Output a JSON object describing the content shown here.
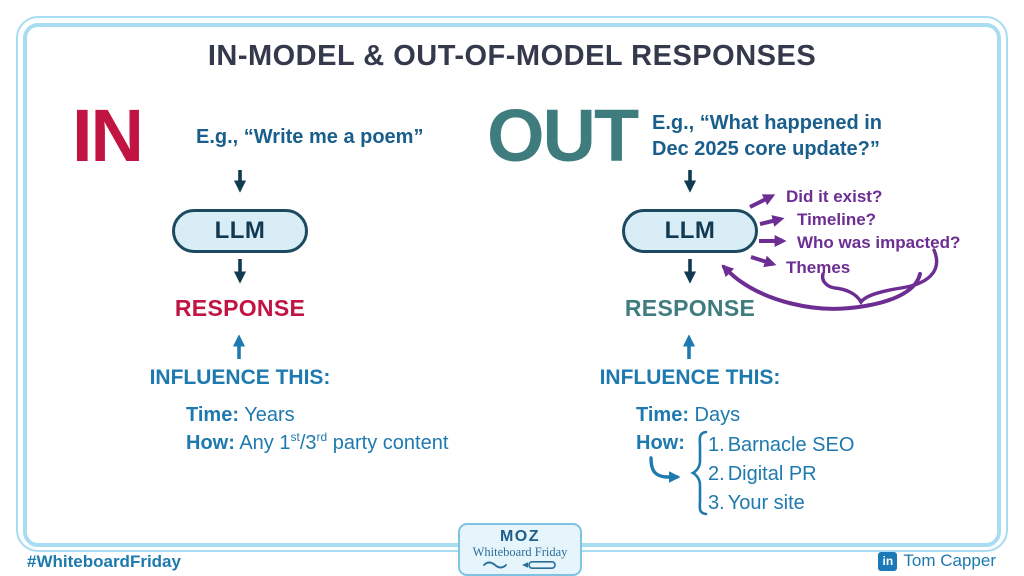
{
  "title": "IN-MODEL & OUT-OF-MODEL RESPONSES",
  "colors": {
    "crimson": "#C21442",
    "teal": "#3F7C7D",
    "blue": "#1E79AE",
    "purple": "#6C2E92",
    "navy": "#113A52",
    "title_ink": "#343A4C",
    "frame_blue": "#A8DCF2",
    "example_blue": "#1A5F8C",
    "pill_fill": "#D9EDF7",
    "pill_border": "#1B4A60"
  },
  "left": {
    "heading": "IN",
    "example": "E.g., “Write me a poem”",
    "llm_label": "LLM",
    "response_label": "RESPONSE",
    "influence_label": "INFLUENCE THIS:",
    "time_label": "Time:",
    "time_value": "Years",
    "how_label": "How:",
    "how_value": {
      "pre": "Any 1",
      "sup1": "st",
      "mid": "/3",
      "sup2": "rd",
      "post": " party content"
    }
  },
  "right": {
    "heading": "OUT",
    "example_line1": "E.g., “What happened in",
    "example_line2": "Dec 2025 core update?”",
    "llm_label": "LLM",
    "questions": [
      "Did it exist?",
      "Timeline?",
      "Who was impacted?",
      "Themes"
    ],
    "response_label": "RESPONSE",
    "influence_label": "INFLUENCE THIS:",
    "time_label": "Time:",
    "time_value": "Days",
    "how_label": "How:",
    "how_items": [
      {
        "number": "1.",
        "label": "Barnacle SEO"
      },
      {
        "number": "2.",
        "label": "Digital PR"
      },
      {
        "number": "3.",
        "label": "Your site"
      }
    ]
  },
  "footer": {
    "hashtag": "#WhiteboardFriday",
    "credit": "Tom Capper",
    "linkedin_glyph": "in",
    "badge": {
      "brand": "MOZ",
      "series": "Whiteboard Friday"
    }
  }
}
